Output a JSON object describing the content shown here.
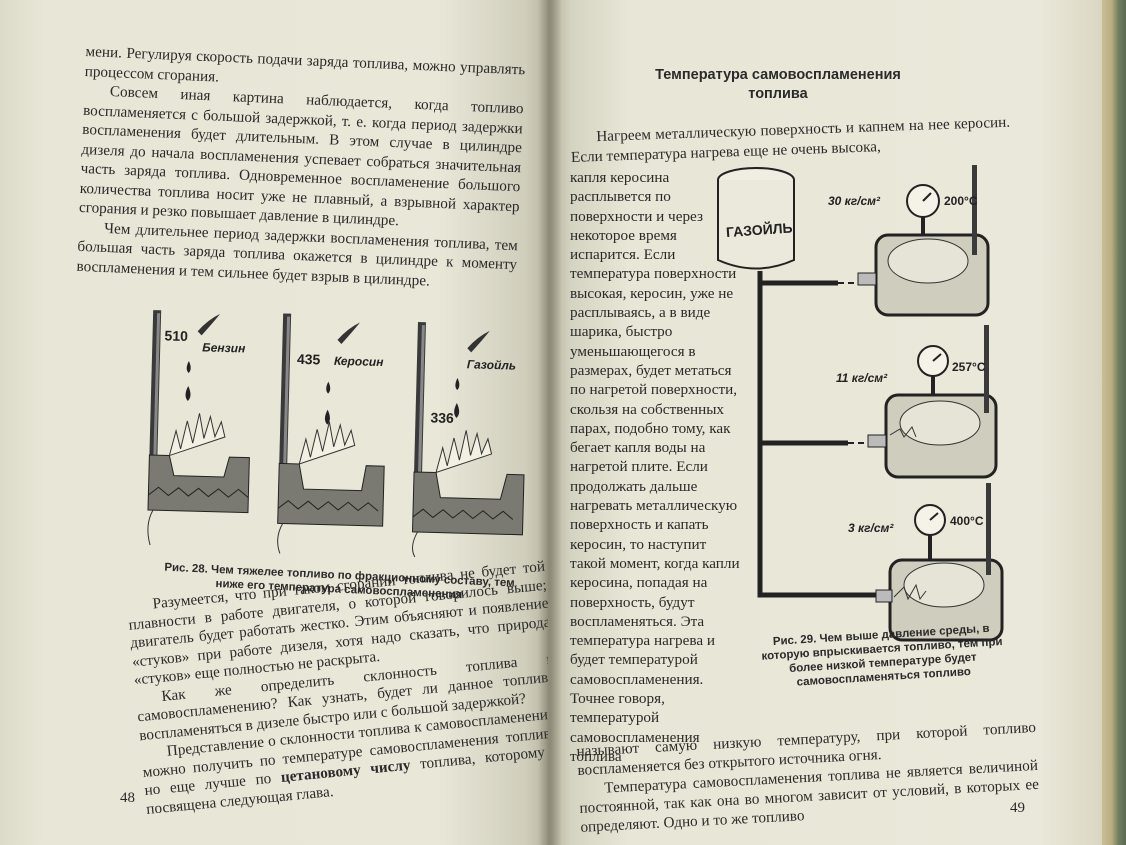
{
  "left_page": {
    "top_text": [
      "мени. Регулируя скорость подачи заряда топлива, можно управлять процессом сгорания.",
      "Совсем иная картина наблюдается, когда топливо воспламеняется с большой задержкой, т. е. когда период задержки воспламенения будет длительным. В этом случае в цилиндре дизеля до начала воспламенения успевает собраться значительная часть заряда топлива. Одновременное воспламенение большого количества топлива носит уже не плавный, а взрывной характер сгорания и резко повышает давление в цилиндре.",
      "Чем длительнее период задержки воспламенения топлива, тем большая часть заряда топлива окажется в цилиндре к моменту воспламенения и тем сильнее будет взрыв в цилиндре."
    ],
    "figure": {
      "items": [
        {
          "temp": "510",
          "fuel": "Бензин"
        },
        {
          "temp": "435",
          "fuel": "Керосин"
        },
        {
          "temp": "336",
          "fuel": "Газойль"
        }
      ],
      "caption_num": "Рис. 28.",
      "caption": "Чем тяжелее топливо по фракционному составу, тем ниже его температура самовоспламенения"
    },
    "bottom_text": [
      "Разумеется, что при таком сгорании топлива не будет той плавности в работе двигателя, о которой говорилось выше; двигатель будет работать жестко. Этим объясняют и появление «стуков» при работе дизеля, хотя надо сказать, что природа «стуков» еще полностью не раскрыта.",
      "Как же определить склонность топлива к самовоспламенению? Как узнать, будет ли данное топливо воспламеняться в дизеле быстро или с большой задержкой?",
      "Представление о склонности топлива к самовоспламенению можно получить по температуре самовоспламенения топлива, но еще лучше по",
      "цетановому числу",
      "топлива, которому и посвящена следующая глава."
    ],
    "page_number": "48"
  },
  "right_page": {
    "heading": "Температура самовоспламенения топлива",
    "intro": "Нагреем металлическую поверхность и капнем на нее керосин. Если температура нагрева еще не очень высока,",
    "column_text": [
      "капля керосина расплывется по поверхности и через некоторое время испарится. Если температура поверхности высокая, керосин, уже не расплываясь, а в виде шарика, быстро уменьшающегося в размерах, будет метаться по нагретой поверхности, скользя на собственных парах, подобно тому, как бегает капля воды на нагретой плите. Если продолжать дальше нагревать металлическую поверхность и капать керосин, то наступит такой момент, когда капли керосина, попадая на поверхность, будут воспламеняться. Эта температура нагрева и будет температурой самовоспламенения. Точнее говоря, температурой самовоспламенения топлива"
    ],
    "figure": {
      "tank_label": "ГАЗОЙЛЬ",
      "rows": [
        {
          "pressure": "30 кг/см²",
          "temp": "200°С"
        },
        {
          "pressure": "11 кг/см²",
          "temp": "257°С"
        },
        {
          "pressure": "3 кг/см²",
          "temp": "400°С"
        }
      ],
      "caption_num": "Рис. 29.",
      "caption": "Чем выше давление среды, в которую впрыскивается топливо, тем при более низкой температуре будет самовоспламеняться топливо"
    },
    "bottom_text": [
      "называют самую низкую температуру, при которой топливо воспламеняется без открытого источника огня.",
      "Температура самовоспламенения топлива не является величиной постоянной, так как она во многом зависит от условий, в которых ее определяют. Одно и то же топливо"
    ],
    "page_number": "49"
  }
}
